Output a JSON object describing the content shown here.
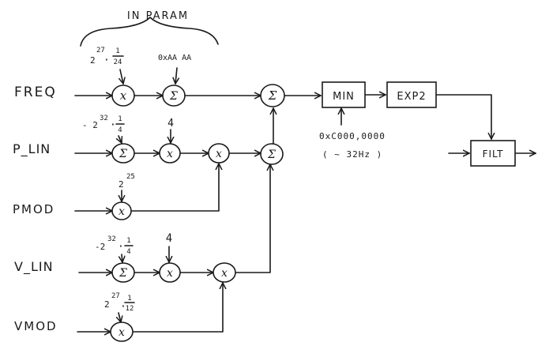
{
  "header": {
    "group_label": "IN PARAM"
  },
  "inputs": {
    "freq": "FREQ",
    "p_lin": "P_LIN",
    "p_mod": "PMOD",
    "v_lin": "V_LIN",
    "v_mod": "VMOD"
  },
  "constants": {
    "freq_mult_base": "2",
    "freq_mult_exp": "27",
    "freq_mult_dot": "·",
    "freq_mult_frac_num": "1",
    "freq_mult_frac_den": "24",
    "freq_sum_const": "0xAA AA",
    "plin_sum_base": "- 2",
    "plin_sum_exp": "32",
    "plin_sum_dot": "·",
    "plin_sum_frac_num": "1",
    "plin_sum_frac_den": "4",
    "plin_mult_const": "4",
    "pmod_mult_base": "2",
    "pmod_mult_exp": "25",
    "vlin_sum_base": "-2",
    "vlin_sum_exp": "32",
    "vlin_sum_dot": "·",
    "vlin_sum_frac_num": "1",
    "vlin_sum_frac_den": "4",
    "vlin_mult_const": "4",
    "vmod_mult_base": "2",
    "vmod_mult_exp": "27",
    "vmod_mult_dot": "·",
    "vmod_mult_frac_num": "1",
    "vmod_mult_frac_den": "12",
    "min_const_line1": "0xC000,0000",
    "min_const_line2": "( ~ 32Hz )"
  },
  "operators": {
    "multiply": "x",
    "sum": "Σ"
  },
  "blocks": {
    "min": "MIN",
    "exp2": "EXP2",
    "filt": "FILT"
  }
}
